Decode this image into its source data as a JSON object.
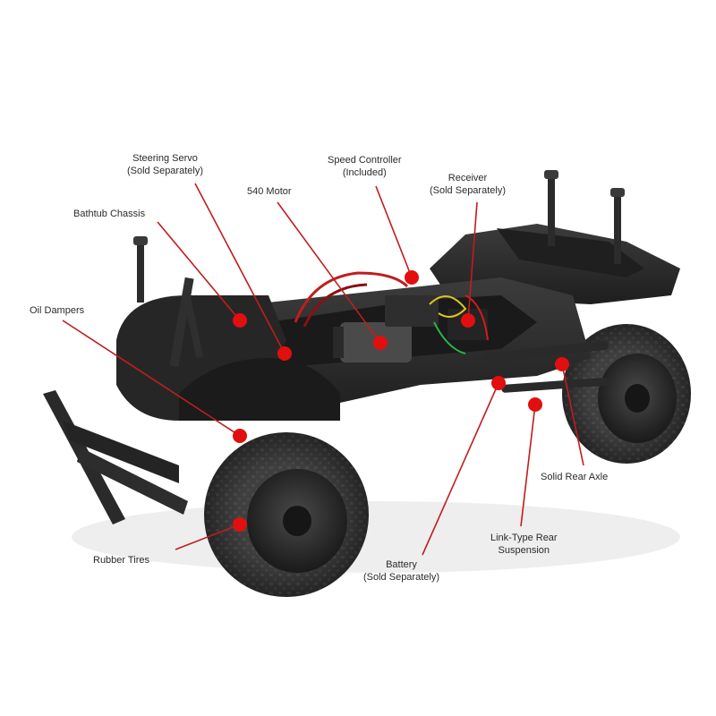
{
  "colors": {
    "background": "#ffffff",
    "chassis": "#2b2b2b",
    "tire": "#3a3a3a",
    "callout_line": "#c01d1d",
    "callout_dot": "#e10f0f",
    "label_text": "#2a2a2a"
  },
  "labels": {
    "steering_servo": {
      "line1": "Steering Servo",
      "line2": "(Sold Separately)"
    },
    "speed_controller": {
      "line1": "Speed Controller",
      "line2": "(Included)"
    },
    "receiver": {
      "line1": "Receiver",
      "line2": "(Sold Separately)"
    },
    "motor_540": {
      "line1": "540 Motor"
    },
    "bathtub_chassis": {
      "line1": "Bathtub Chassis"
    },
    "oil_dampers": {
      "line1": "Oil Dampers"
    },
    "solid_rear_axle": {
      "line1": "Solid Rear Axle"
    },
    "link_type_rear_suspension": {
      "line1": "Link-Type Rear",
      "line2": "Suspension"
    },
    "battery": {
      "line1": "Battery",
      "line2": "(Sold Separately)"
    },
    "rubber_tires": {
      "line1": "Rubber Tires"
    }
  }
}
